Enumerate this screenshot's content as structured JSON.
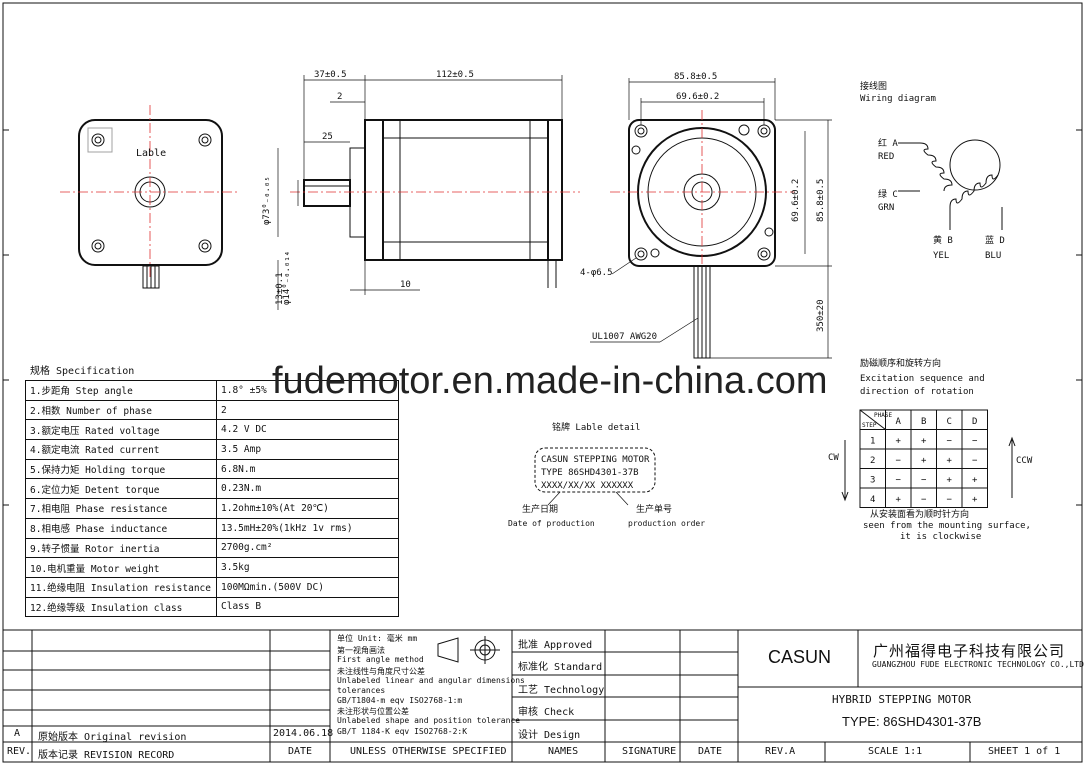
{
  "drawing": {
    "label_text": "Lable",
    "dims": {
      "d37": "37±0.5",
      "d112": "112±0.5",
      "d2": "2",
      "d25": "25",
      "d10": "10",
      "d73": "φ73⁰₋₀.₀₅",
      "d14": "φ14⁰₋₀.₀₁₄",
      "d13": "13±0.1",
      "d85_top": "85.8±0.5",
      "d69_top": "69.6±0.2",
      "d69_side": "69.6±0.2",
      "d85_side": "85.8±0.5",
      "d350": "350±20",
      "holes": "4-φ6.5",
      "wire": "UL1007 AWG20"
    }
  },
  "wiring": {
    "title_cn": "接线图",
    "title_en": "Wiring diagram",
    "red_cn": "红 A",
    "red_en": "RED",
    "grn_cn": "绿 C",
    "grn_en": "GRN",
    "yel_cn": "黄 B",
    "yel_en": "YEL",
    "blu_cn": "蓝 D",
    "blu_en": "BLU"
  },
  "spec": {
    "title": "规格 Specification",
    "rows": [
      [
        "1.步距角 Step angle",
        "1.8° ±5%"
      ],
      [
        "2.相数 Number of phase",
        "2"
      ],
      [
        "3.额定电压 Rated voltage",
        "4.2 V DC"
      ],
      [
        "4.额定电流 Rated current",
        "3.5 Amp"
      ],
      [
        "5.保持力矩 Holding torque",
        "6.8N.m"
      ],
      [
        "6.定位力矩 Detent torque",
        "0.23N.m"
      ],
      [
        "7.相电阻 Phase resistance",
        "1.2ohm±10%(At 20℃)"
      ],
      [
        "8.相电感 Phase inductance",
        "13.5mH±20%(1kHz 1v rms)"
      ],
      [
        "9.转子惯量 Rotor inertia",
        "2700g.cm²"
      ],
      [
        "10.电机重量 Motor weight",
        "3.5kg"
      ],
      [
        "11.绝缘电阻 Insulation resistance",
        "100MΩmin.(500V DC)"
      ],
      [
        "12.绝缘等级 Insulation class",
        "Class B"
      ]
    ]
  },
  "watermark": "fudemotor.en.made-in-china.com",
  "label_detail": {
    "title": "铭牌 Lable detail",
    "line1": "CASUN STEPPING MOTOR",
    "line2": "TYPE 86SHD4301-37B",
    "line3": "XXXX/XX/XX  XXXXXX",
    "date_cn": "生产日期",
    "date_en": "Date of production",
    "order_cn": "生产单号",
    "order_en": "production order"
  },
  "excitation": {
    "title_cn": "励磁顺序和旋转方向",
    "title_en1": "Excitation sequence and",
    "title_en2": "direction of rotation",
    "corner_top": "PHASE",
    "corner_bot": "STEP",
    "headers": [
      "A",
      "B",
      "C",
      "D"
    ],
    "rows": [
      [
        "1",
        "+",
        "+",
        "−",
        "−"
      ],
      [
        "2",
        "−",
        "+",
        "+",
        "−"
      ],
      [
        "3",
        "−",
        "−",
        "+",
        "+"
      ],
      [
        "4",
        "+",
        "−",
        "−",
        "+"
      ]
    ],
    "cw": "CW",
    "ccw": "CCW",
    "note_cn": "从安装面看为顺时针方向",
    "note_en1": "seen from the mounting surface,",
    "note_en2": "it is clockwise"
  },
  "title_block": {
    "rev_a": "A",
    "orig_rev": "原始版本 Original revision",
    "rev_date": "2014.06.18",
    "rev_hdr": "REV.",
    "rev_record": "版本记录 REVISION RECORD",
    "date_hdr": "DATE",
    "unit_line": "单位 Unit: 毫米 mm",
    "angle_cn": "第一视角画法",
    "angle_en": "First angle method",
    "tol1_cn": "未注线性与角度尺寸公差",
    "tol1_en1": "Unlabeled linear and angular dimensions",
    "tol1_en2": "tolerances",
    "tol1_std": "GB/T1804-m  eqv ISO2768-1:m",
    "tol2_cn": "未注形状与位置公差",
    "tol2_en": "Unlabeled shape and position tolerance",
    "tol2_std": "GB/T 1184-K  eqv ISO2768-2:K",
    "unless": "UNLESS OTHERWISE SPECIFIED",
    "approved": "批准 Approved",
    "standard": "标准化 Standard",
    "technology": "工艺 Technology",
    "check": "审核 Check",
    "design": "设计 Design",
    "names": "NAMES",
    "signature": "SIGNATURE",
    "date2": "DATE",
    "logo": "CASUN",
    "company_cn": "广州福得电子科技有限公司",
    "company_en": "GUANGZHOU FUDE ELECTRONIC TECHNOLOGY CO.,LTD",
    "product": "HYBRID STEPPING MOTOR",
    "type": "TYPE: 86SHD4301-37B",
    "rev": "REV.A",
    "scale": "SCALE 1:1",
    "sheet": "SHEET 1 of 1"
  }
}
